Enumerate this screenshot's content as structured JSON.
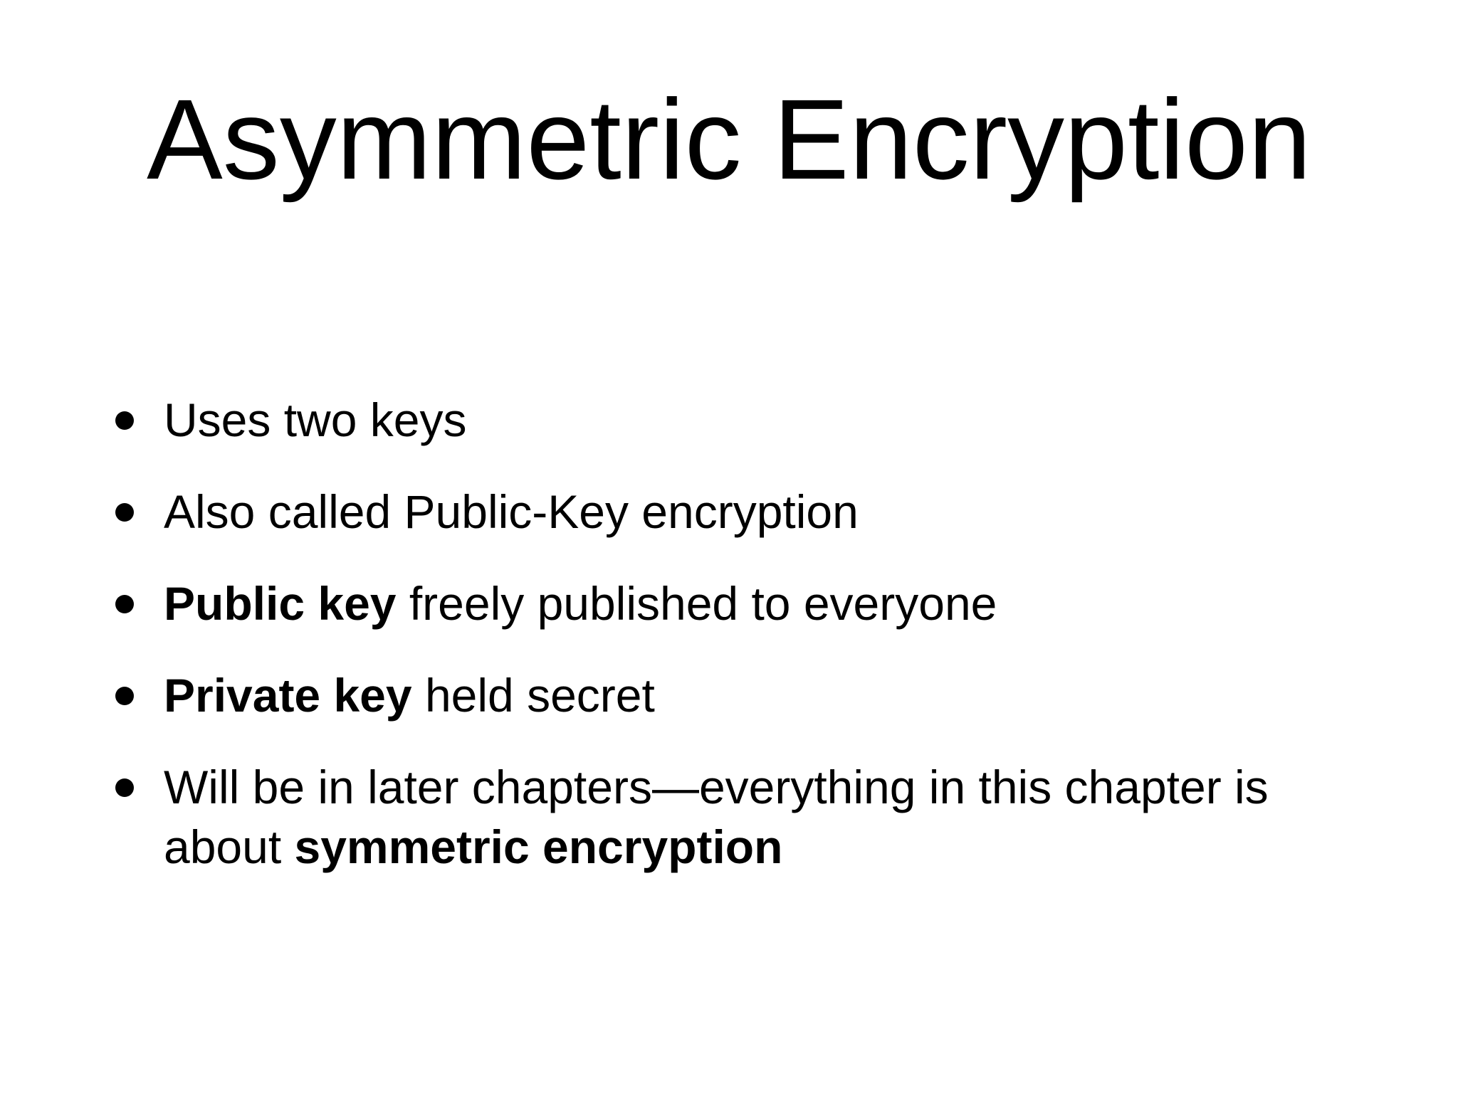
{
  "slide": {
    "title": "Asymmetric Encryption",
    "background_color": "#ffffff",
    "text_color": "#000000",
    "bullets": [
      {
        "segments": [
          {
            "text": "Uses two keys",
            "bold": false
          }
        ]
      },
      {
        "segments": [
          {
            "text": "Also called Public-Key encryption",
            "bold": false
          }
        ]
      },
      {
        "segments": [
          {
            "text": "Public key",
            "bold": true
          },
          {
            "text": " freely published to everyone",
            "bold": false
          }
        ]
      },
      {
        "segments": [
          {
            "text": "Private key",
            "bold": true
          },
          {
            "text": " held secret",
            "bold": false
          }
        ]
      },
      {
        "segments": [
          {
            "text": "Will be in later chapters—everything in this chapter is about ",
            "bold": false
          },
          {
            "text": "symmetric encryption",
            "bold": true
          }
        ]
      }
    ]
  }
}
